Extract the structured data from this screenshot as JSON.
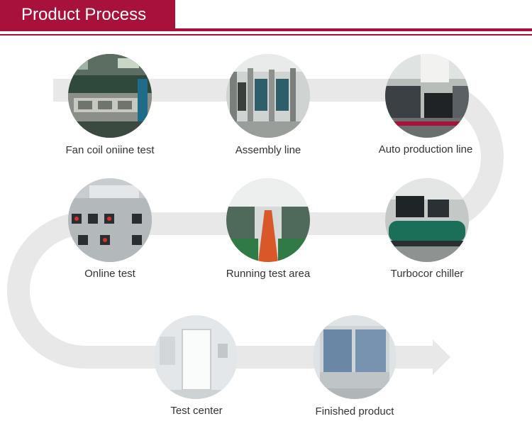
{
  "header": {
    "title": "Product Process"
  },
  "colors": {
    "brand": "#a8123a",
    "path": "#e8e8e8",
    "label": "#333333"
  },
  "steps": [
    {
      "label": "Fan coil oniine test",
      "icon": "fan-coil-test-photo"
    },
    {
      "label": "Assembly line",
      "icon": "assembly-line-photo"
    },
    {
      "label": "Auto production line",
      "icon": "auto-production-line-photo"
    },
    {
      "label": "Online test",
      "icon": "online-test-photo"
    },
    {
      "label": "Running test area",
      "icon": "running-test-area-photo"
    },
    {
      "label": "Turbocor chiller",
      "icon": "turbocor-chiller-photo"
    },
    {
      "label": "Test center",
      "icon": "test-center-photo"
    },
    {
      "label": "Finished product",
      "icon": "finished-product-photo"
    }
  ]
}
